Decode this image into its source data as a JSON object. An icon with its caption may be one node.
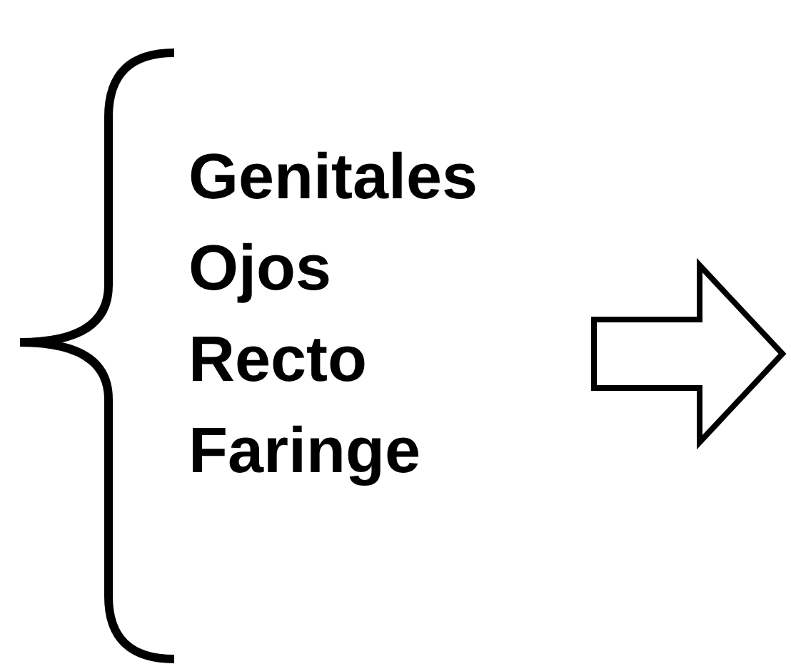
{
  "diagram": {
    "nodes": [
      {
        "text": [
          "Genitales",
          "Ojos",
          "Recto",
          "Faringe"
        ]
      }
    ]
  }
}
